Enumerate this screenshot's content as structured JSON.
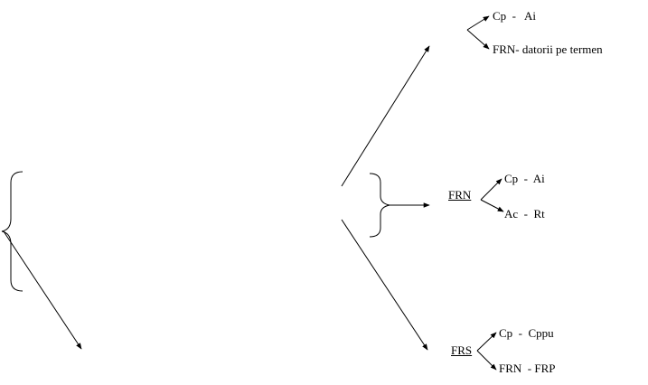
{
  "diagram": {
    "stroke_color": "#000000",
    "background": "#ffffff",
    "top_group": {
      "item_1": "Cp  -   Ai",
      "item_2": "FRN- datorii pe termen"
    },
    "middle_group": {
      "label": "FRN",
      "item_1": "Cp  -  Ai",
      "item_2": "Ac  -  Rt"
    },
    "bottom_group": {
      "label": "FRS",
      "item_1": "Cp  -  Cppu",
      "item_2": "FRN  - FRP"
    }
  }
}
